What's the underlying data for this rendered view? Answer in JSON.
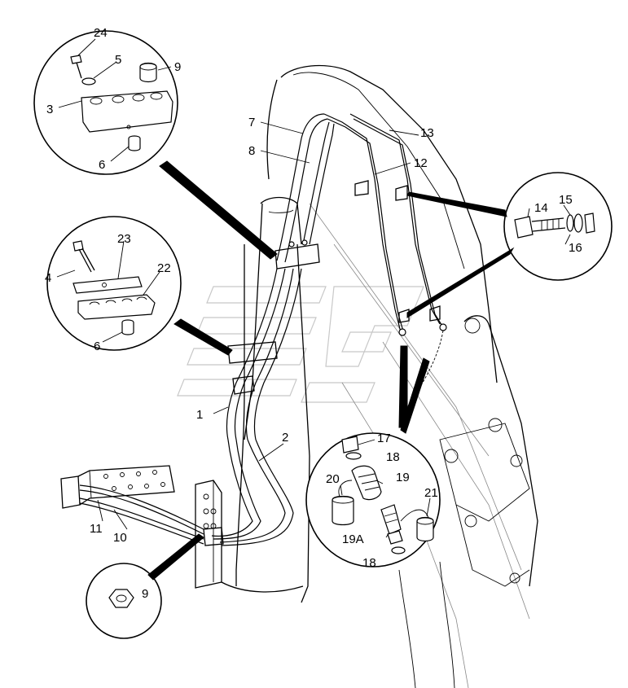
{
  "callouts": {
    "c1": "1",
    "c2": "2",
    "c3": "3",
    "c4": "4",
    "c5": "5",
    "c6a": "6",
    "c6b": "6",
    "c7": "7",
    "c8": "8",
    "c9a": "9",
    "c9b": "9",
    "c10": "10",
    "c11": "11",
    "c12": "12",
    "c13": "13",
    "c14": "14",
    "c15": "15",
    "c16": "16",
    "c17": "17",
    "c18a": "18",
    "c18b": "18",
    "c19": "19",
    "c19a": "19A",
    "c20": "20",
    "c21": "21",
    "c22": "22",
    "c23": "23",
    "c24": "24"
  },
  "colors": {
    "ink": "#000000",
    "background": "#ffffff",
    "watermark": "#c8c8c8"
  }
}
